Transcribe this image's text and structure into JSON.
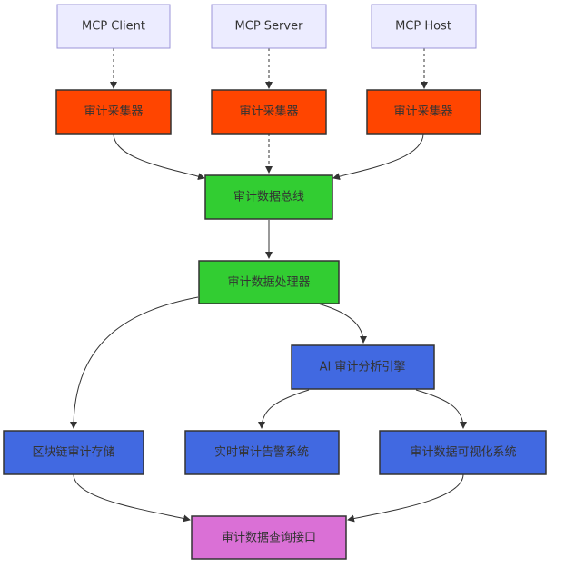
{
  "nodes": {
    "mcp_client": {
      "label": "MCP Client",
      "fill": "#ececff",
      "color": "#333333"
    },
    "mcp_server": {
      "label": "MCP Server",
      "fill": "#ececff",
      "color": "#333333"
    },
    "mcp_host": {
      "label": "MCP Host",
      "fill": "#ececff",
      "color": "#333333"
    },
    "collector_1": {
      "label": "审计采集器",
      "fill": "#ff4500",
      "color": "#333333"
    },
    "collector_2": {
      "label": "审计采集器",
      "fill": "#ff4500",
      "color": "#333333"
    },
    "collector_3": {
      "label": "审计采集器",
      "fill": "#ff4500",
      "color": "#333333"
    },
    "bus": {
      "label": "审计数据总线",
      "fill": "#32cd32",
      "color": "#333333"
    },
    "processor": {
      "label": "审计数据处理器",
      "fill": "#32cd32",
      "color": "#333333"
    },
    "ai_engine": {
      "label": "AI 审计分析引擎",
      "fill": "#4169e1",
      "color": "#333333"
    },
    "blockchain": {
      "label": "区块链审计存储",
      "fill": "#4169e1",
      "color": "#333333"
    },
    "alert": {
      "label": "实时审计告警系统",
      "fill": "#4169e1",
      "color": "#333333"
    },
    "visual": {
      "label": "审计数据可视化系统",
      "fill": "#4169e1",
      "color": "#333333"
    },
    "query": {
      "label": "审计数据查询接口",
      "fill": "#da70d6",
      "color": "#333333"
    }
  },
  "edges": [
    {
      "from": "mcp_client",
      "to": "collector_1",
      "style": "dashed"
    },
    {
      "from": "mcp_server",
      "to": "collector_2",
      "style": "dashed"
    },
    {
      "from": "mcp_host",
      "to": "collector_3",
      "style": "dashed"
    },
    {
      "from": "collector_1",
      "to": "bus",
      "style": "solid"
    },
    {
      "from": "collector_2",
      "to": "bus",
      "style": "dashed"
    },
    {
      "from": "collector_3",
      "to": "bus",
      "style": "solid"
    },
    {
      "from": "bus",
      "to": "processor",
      "style": "solid"
    },
    {
      "from": "processor",
      "to": "ai_engine",
      "style": "solid"
    },
    {
      "from": "processor",
      "to": "blockchain",
      "style": "solid"
    },
    {
      "from": "ai_engine",
      "to": "alert",
      "style": "solid"
    },
    {
      "from": "ai_engine",
      "to": "visual",
      "style": "solid"
    },
    {
      "from": "blockchain",
      "to": "query",
      "style": "solid"
    },
    {
      "from": "visual",
      "to": "query",
      "style": "solid"
    }
  ]
}
